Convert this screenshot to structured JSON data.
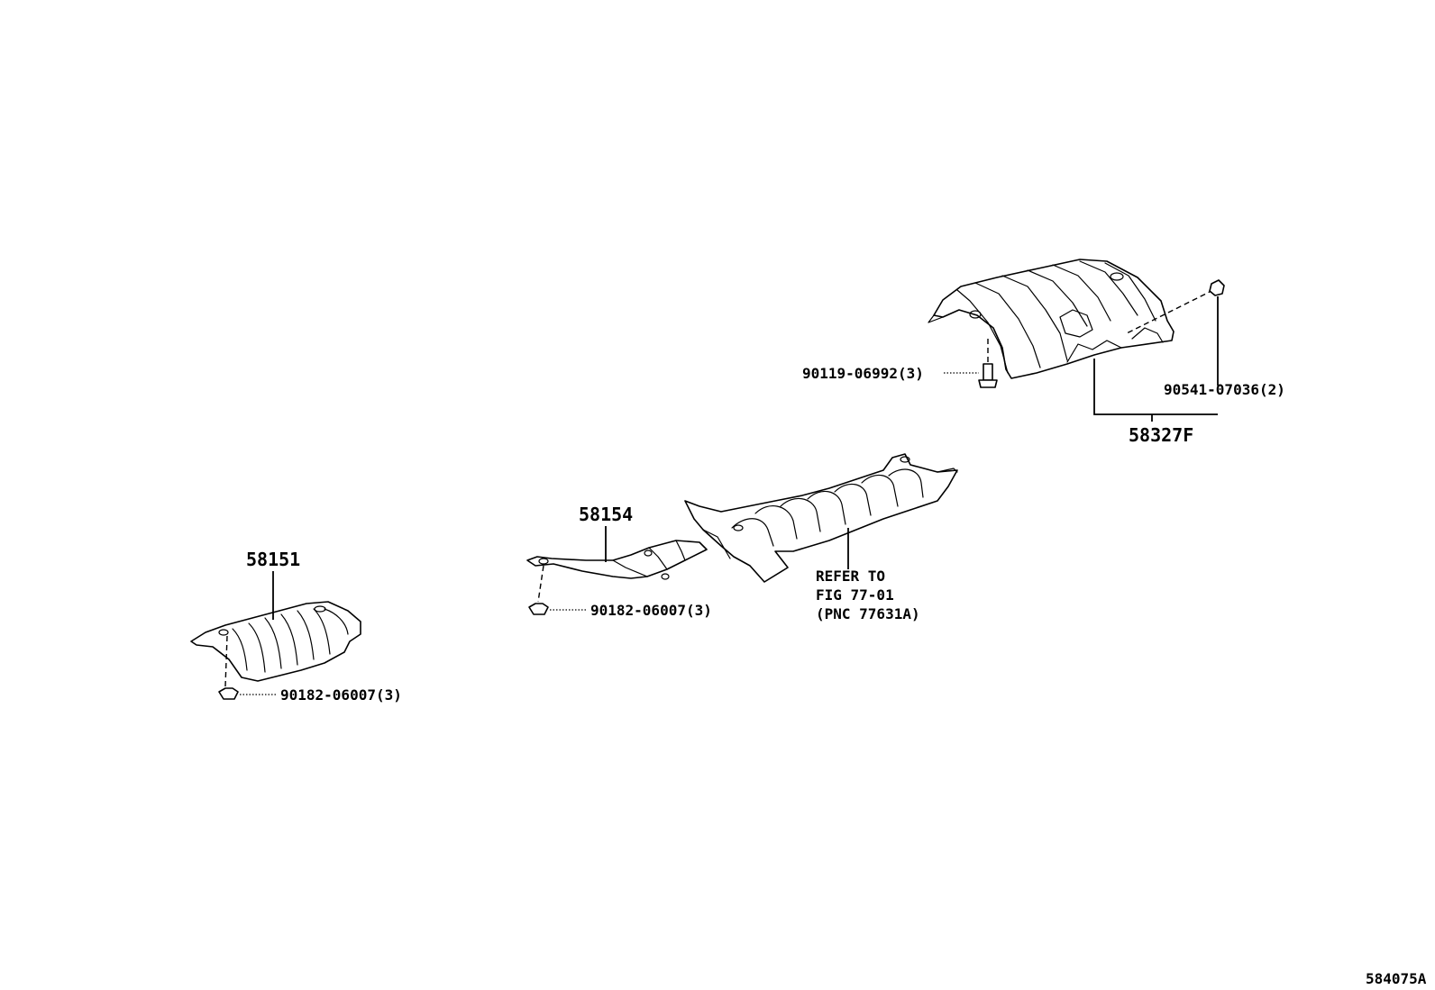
{
  "parts": {
    "p58327F": {
      "number": "58327F"
    },
    "p90119": {
      "number": "90119-06992(3)"
    },
    "p90541": {
      "number": "90541-07036(2)"
    },
    "p58154": {
      "number": "58154"
    },
    "p58151": {
      "number": "58151"
    },
    "p90182_mid": {
      "number": "90182-06007(3)"
    },
    "p90182_left": {
      "number": "90182-06007(3)"
    }
  },
  "reference_note": {
    "line1": "REFER TO",
    "line2": "FIG 77-01",
    "line3": "(PNC 77631A)"
  },
  "illustration_code": "584075A"
}
